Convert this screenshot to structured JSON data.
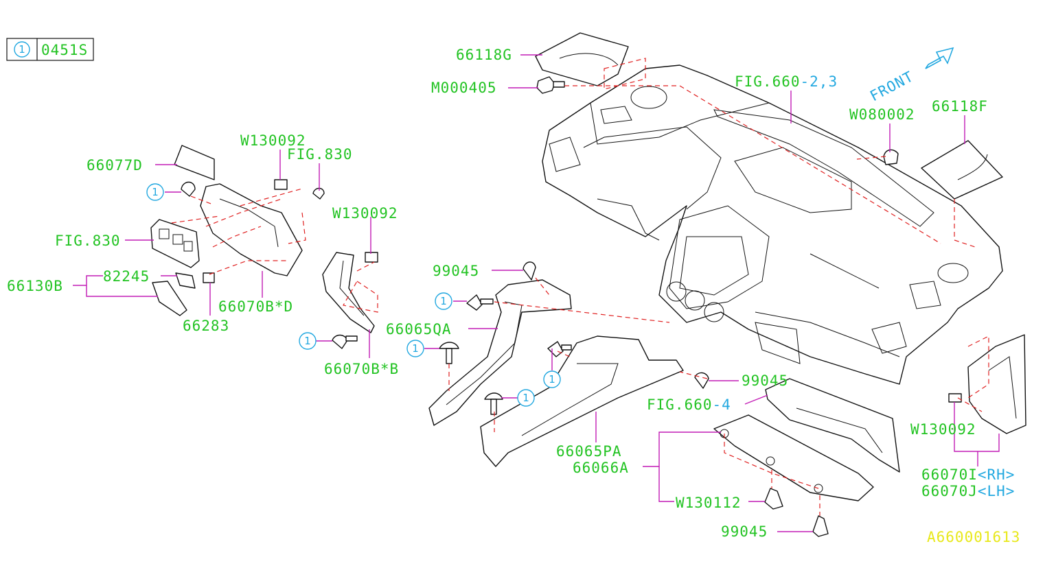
{
  "legend": {
    "ref_mark": "1",
    "code": "0451S"
  },
  "front_label": "FRONT",
  "watermark": "A660001613",
  "ref_mark": "1",
  "callouts": {
    "p66118G": "66118G",
    "pM000405": "M000405",
    "fig660_23_main": "FIG.660",
    "fig660_23_suffix": "-2,3",
    "pW080002": "W080002",
    "p66118F": "66118F",
    "pW130092_a": "W130092",
    "fig830_a": "FIG.830",
    "p66077D": "66077D",
    "fig830_b": "FIG.830",
    "p82245": "82245",
    "p66130B": "66130B",
    "p66283": "66283",
    "p66070BD": "66070B*D",
    "pW130092_b": "W130092",
    "p66070BB": "66070B*B",
    "p99045_a": "99045",
    "p66065QA": "66065QA",
    "p99045_b": "99045",
    "fig660_4_main": "FIG.660",
    "fig660_4_suffix": "-4",
    "p66065PA": "66065PA",
    "p66066A": "66066A",
    "pW130112": "W130112",
    "p99045_c": "99045",
    "pW130092_c": "W130092",
    "p66070I": "66070I",
    "p66070I_side": "<RH>",
    "p66070J": "66070J",
    "p66070J_side": "<LH>"
  }
}
